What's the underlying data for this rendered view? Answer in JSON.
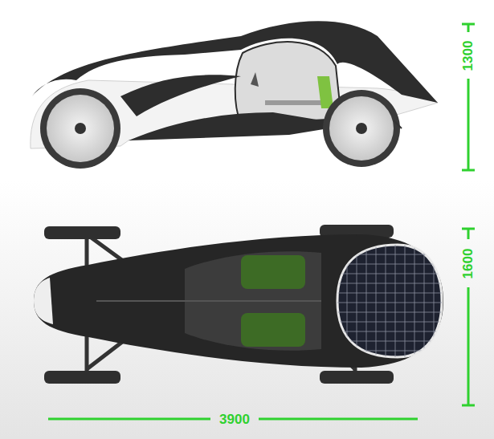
{
  "diagram": {
    "labels": [
      "1300",
      "1600",
      "3900"
    ]
  }
}
